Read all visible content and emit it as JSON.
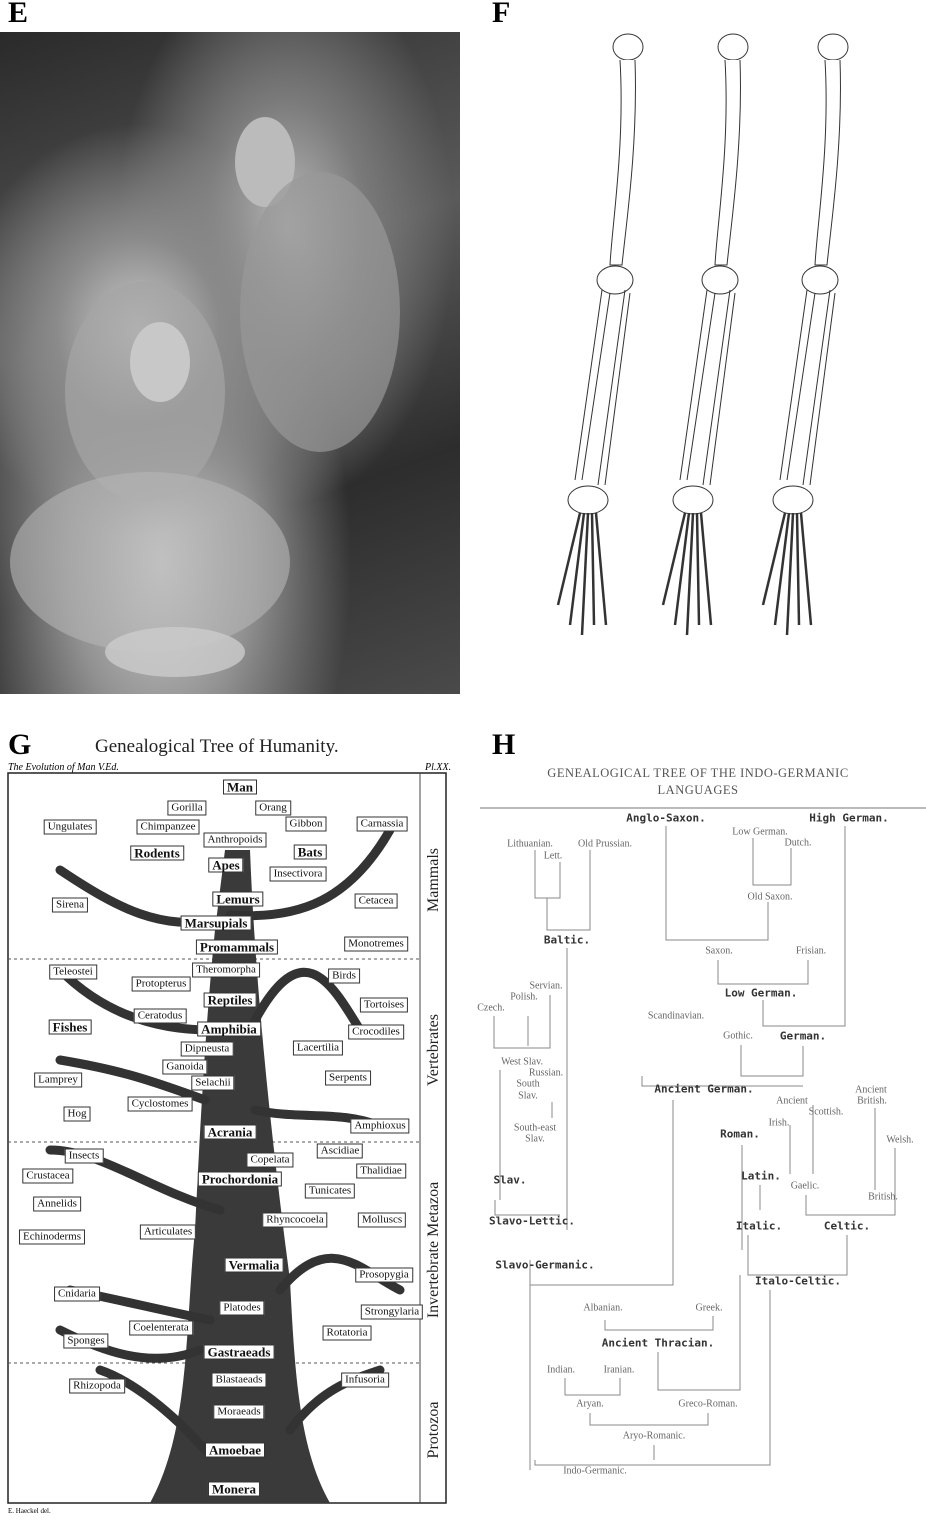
{
  "panels": {
    "e": "E",
    "f": "F",
    "g": "G",
    "h": "H"
  },
  "g": {
    "title": "Genealogical Tree of Humanity.",
    "subtitle": "The Evolution of Man V.Ed.",
    "plate": "Pl.XX.",
    "credit": "E. Haeckel del.",
    "sections": [
      "Mammals",
      "Vertebrates",
      "Invertebrate Metazoa",
      "Protozoa"
    ],
    "labels": [
      "Man",
      "Gorilla",
      "Orang",
      "Chimpanzee",
      "Gibbon",
      "Anthropoids",
      "Carnassia",
      "Ungulates",
      "Rodents",
      "Bats",
      "Apes",
      "Insectivora",
      "Sirena",
      "Lemurs",
      "Cetacea",
      "Marsupials",
      "Promammals",
      "Monotremes",
      "Teleostei",
      "Protopterus",
      "Theromorpha",
      "Birds",
      "Reptiles",
      "Tortoises",
      "Fishes",
      "Ceratodus",
      "Amphibia",
      "Crocodiles",
      "Dipneusta",
      "Lacertilia",
      "Ganoida",
      "Serpents",
      "Lamprey",
      "Selachii",
      "Hog",
      "Cyclostomes",
      "Amphioxus",
      "Acrania",
      "Insects",
      "Copelata",
      "Ascidiae",
      "Thalidiae",
      "Crustacea",
      "Prochordonia",
      "Tunicates",
      "Annelids",
      "Rhyncocoela",
      "Molluscs",
      "Echinoderms",
      "Articulates",
      "Vermalia",
      "Prosopygia",
      "Cnidaria",
      "Platodes",
      "Strongylaria",
      "Sponges",
      "Coelenterata",
      "Rotatoria",
      "Gastraeads",
      "Blastaeads",
      "Rhizopoda",
      "Infusoria",
      "Moraeads",
      "Amoebae",
      "Monera"
    ]
  },
  "h": {
    "title_line1": "GENEALOGICAL TREE OF THE INDO-GERMANIC",
    "title_line2": "LANGUAGES",
    "labels": [
      "Anglo-Saxon.",
      "High German.",
      "Low German.",
      "Dutch.",
      "Lithuanian.",
      "Old Prussian.",
      "Lett.",
      "Old Saxon.",
      "Baltic.",
      "Saxon.",
      "Frisian.",
      "Servian.",
      "Polish.",
      "Czech.",
      "Low German.",
      "Scandinavian.",
      "Gothic.",
      "German.",
      "West Slav.",
      "Russian.",
      "South",
      "Slav.",
      "Ancient German.",
      "Ancient",
      "Ancient",
      "British.",
      "Scottish.",
      "Irish.",
      "Welsh.",
      "Roman.",
      "South-east",
      "Slav.",
      "Latin.",
      "Gaelic.",
      "Slav.",
      "British.",
      "Slavo-Lettic.",
      "Italic.",
      "Celtic.",
      "Slavo-Germanic.",
      "Italo-Celtic.",
      "Albanian.",
      "Greek.",
      "Ancient Thracian.",
      "Indian.",
      "Iranian.",
      "Aryan.",
      "Greco-Roman.",
      "Aryo-Romanic.",
      "Indo-Germanic."
    ]
  }
}
